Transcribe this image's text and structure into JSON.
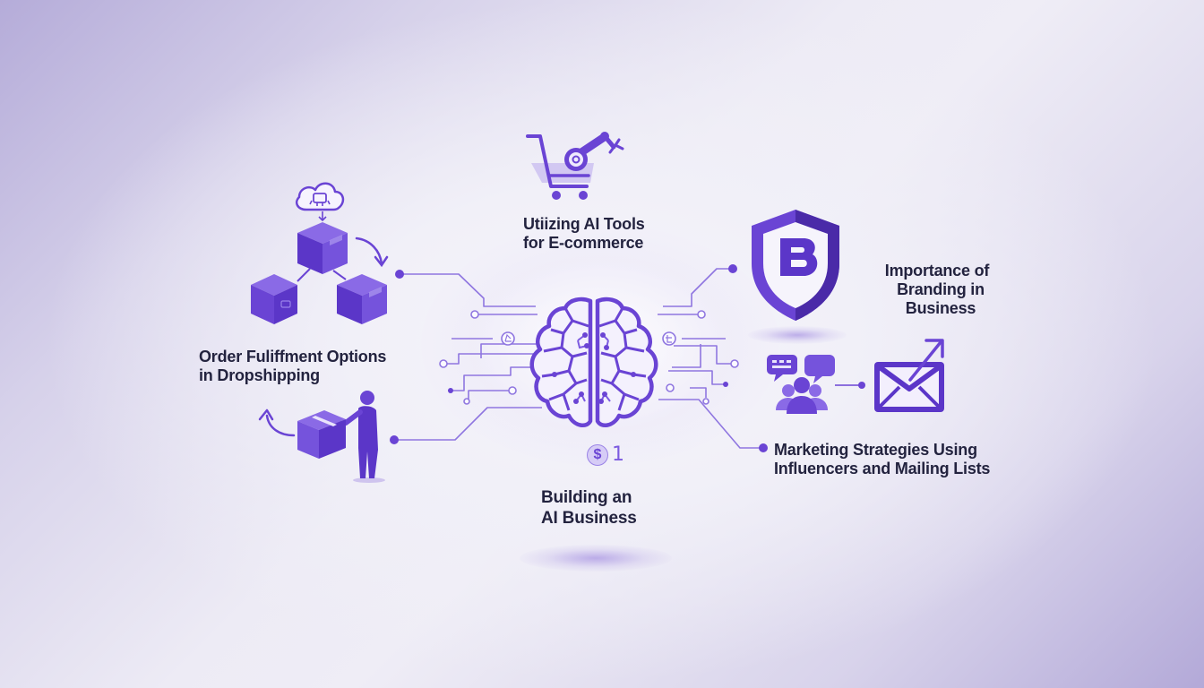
{
  "colors": {
    "primary": "#6a44d4",
    "primary_dark": "#4a2aa8",
    "primary_light": "#a892e8",
    "text": "#23233f",
    "bg_center": "#f2f1f8",
    "bg_corner": "#b5acd9"
  },
  "center": {
    "icon": "brain-circuit-icon",
    "badge_symbol": "$",
    "badge_number": "1",
    "title_line1": "Building an",
    "title_line2": "AI Business"
  },
  "topics": [
    {
      "id": "ai-tools",
      "icon": "shopping-cart-robot-arm-icon",
      "line1": "Utiizing AI Tools",
      "line2": "for E-commerce"
    },
    {
      "id": "fulfillment",
      "icon": "boxes-cloud-robot-icon",
      "line1": "Order Fuliffment Options",
      "line2": "in Dropshipping",
      "secondary_icon": "person-carrying-box-icon"
    },
    {
      "id": "branding",
      "icon": "shield-letter-b-icon",
      "shield_letter": "B",
      "line1": "Importance of",
      "line2": "Branding in",
      "line3": "Business"
    },
    {
      "id": "marketing",
      "icon": "influencers-chat-icon",
      "secondary_icon": "mail-send-icon",
      "line1": "Marketing Strategies Using",
      "line2": "Influencers and Mailing Lists"
    }
  ]
}
